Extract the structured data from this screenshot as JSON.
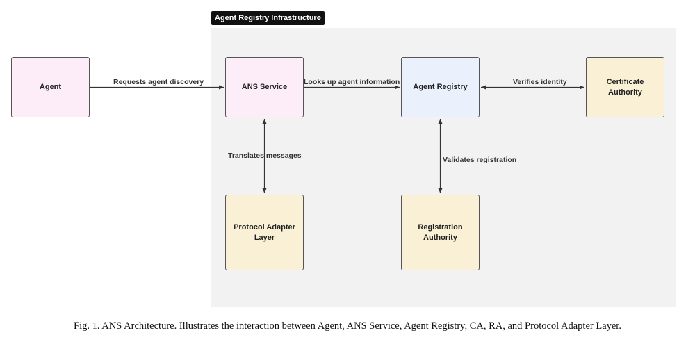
{
  "container": {
    "label": "Agent Registry Infrastructure"
  },
  "nodes": {
    "agent": "Agent",
    "ans_service": "ANS Service",
    "agent_registry": "Agent Registry",
    "certificate_authority": "Certificate Authority",
    "protocol_adapter_layer": "Protocol Adapter Layer",
    "registration_authority": "Registration Authority"
  },
  "edges": {
    "requests_discovery": "Requests agent discovery",
    "looks_up_info": "Looks up agent information",
    "verifies_identity": "Verifies identity",
    "translates_messages": "Translates messages",
    "validates_registration": "Validates registration"
  },
  "caption": "Fig. 1.  ANS Architecture. Illustrates the interaction between Agent, ANS Service, Agent Registry, CA, RA, and Protocol Adapter Layer.",
  "colors": {
    "pink_fill": "#fcedf8",
    "blue_fill": "#eaf1fc",
    "yellow_fill": "#f9f0d5",
    "infra_background": "#f2f2f2"
  }
}
